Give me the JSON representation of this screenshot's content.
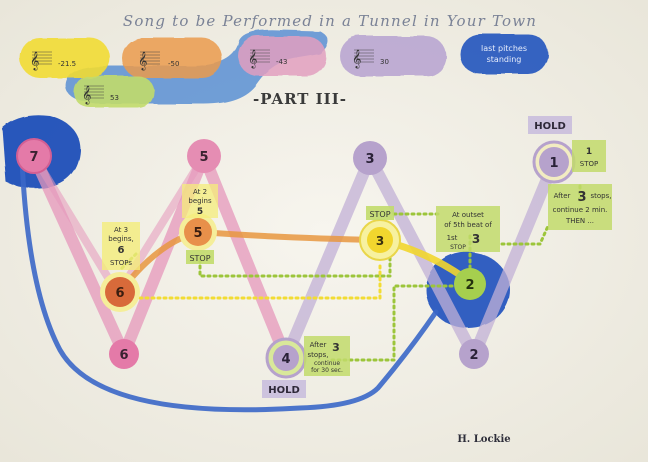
{
  "title": "Song to be Performed in a Tunnel in Your Town",
  "part_heading": "-PART III-",
  "author": "H. Lockie",
  "colors": {
    "paper": "#f3f1e8",
    "yellow": "#f2dc33",
    "orange": "#e8a04a",
    "pink": "#e58db3",
    "purple": "#b6a2cc",
    "blue": "#2454b8",
    "green": "#c2db6b",
    "ink": "#3a3a3a"
  },
  "legend": {
    "yellow": {
      "pitch": "-21.5"
    },
    "orange": {
      "pitch": "-50"
    },
    "pink": {
      "pitch": "-43"
    },
    "purple": {
      "pitch": "30"
    },
    "green": {
      "pitch": "53"
    },
    "blue": {
      "text_line1": "last pitches",
      "text_line2": "standing"
    }
  },
  "nodes": {
    "n7": "7",
    "n5_top": "5",
    "n3_purple": "3",
    "n1": "1",
    "n6_orange": "6",
    "n6_pink": "6",
    "n5_orange": "5",
    "n3_yellow": "3",
    "n2_green": "2",
    "n2_purple": "2",
    "n4": "4"
  },
  "tags": {
    "hold_top": "HOLD",
    "hold_bottom": "HOLD",
    "stop_orange": "STOP",
    "stop_yellow": "STOP",
    "stop_1": "STOP"
  },
  "notes": {
    "at3": {
      "l1": "At 3",
      "l2": "begins,",
      "l3": "6",
      "l4": "STOPs"
    },
    "at2": {
      "l1": "At 2",
      "l2": "begins",
      "l3": "5"
    },
    "at_outset": {
      "l1": "At outset",
      "l2": "of 5th beat of",
      "l3": "1st",
      "l4": "3",
      "l5": "STOP"
    },
    "after3_4": {
      "l1": "After",
      "l2": "3",
      "l3": "stops,",
      "l4": "continue",
      "l5": "for 30 sec."
    },
    "after3_1": {
      "l1": "After",
      "l2": "3",
      "l3": "stops,",
      "l4": "continue 2 min.",
      "l5": "THEN ..."
    },
    "one_stop": {
      "l1": "1",
      "l2": "STOP"
    }
  }
}
